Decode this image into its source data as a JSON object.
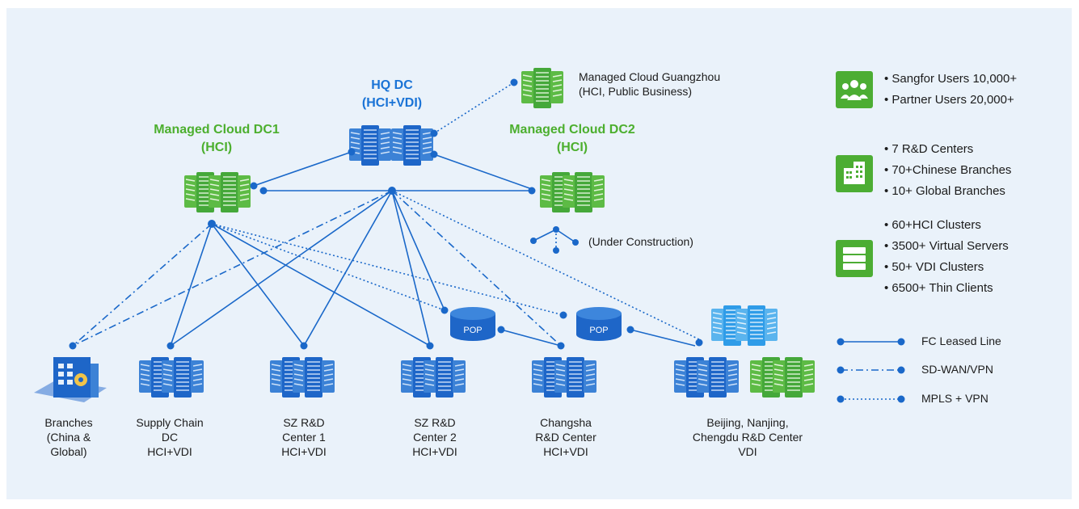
{
  "colors": {
    "panel_bg": "#eaf2fa",
    "line_blue": "#1a68c9",
    "server_blue": "#1e66c8",
    "server_green": "#45a83a",
    "server_light_blue": "#2f9ce8",
    "hq_title": "#1a73d6",
    "managed_title": "#4caf2e",
    "stat_icon_green": "#4cad33"
  },
  "nodes": {
    "hq": {
      "title": "HQ DC",
      "subtitle": "(HCI+VDI)"
    },
    "mc1": {
      "title": "Managed Cloud DC1",
      "subtitle": "(HCI)"
    },
    "mc2": {
      "title": "Managed Cloud DC2",
      "subtitle": "(HCI)"
    },
    "guangzhou": {
      "line1": "Managed Cloud Guangzhou",
      "line2": "(HCI, Public Business)"
    },
    "under_construction": "(Under Construction)",
    "pop1": "POP",
    "pop2": "POP",
    "branches": {
      "line1": "Branches",
      "line2": "(China &",
      "line3": "Global)"
    },
    "supply_chain": {
      "line1": "Supply Chain",
      "line2": "DC",
      "line3": "HCI+VDI"
    },
    "sz1": {
      "line1": "SZ R&D",
      "line2": "Center 1",
      "line3": "HCI+VDI"
    },
    "sz2": {
      "line1": "SZ R&D",
      "line2": "Center 2",
      "line3": "HCI+VDI"
    },
    "changsha": {
      "line1": "Changsha",
      "line2": "R&D Center",
      "line3": "HCI+VDI"
    },
    "beijing": {
      "line1": "Beijing, Nanjing,",
      "line2": "Chengdu R&D Center",
      "line3": "VDI"
    }
  },
  "stats": [
    {
      "icon": "users-icon",
      "items": [
        "• Sangfor Users 10,000+",
        "• Partner Users 20,000+"
      ]
    },
    {
      "icon": "buildings-icon",
      "items": [
        "• 7 R&D Centers",
        "• 70+Chinese Branches",
        "• 10+ Global Branches"
      ]
    },
    {
      "icon": "server-stack-icon",
      "items": [
        "• 60+HCI Clusters",
        "• 3500+ Virtual Servers",
        "• 50+ VDI Clusters",
        "• 6500+ Thin Clients"
      ]
    }
  ],
  "legend": [
    {
      "label": "FC Leased Line",
      "style": "solid"
    },
    {
      "label": "SD-WAN/VPN",
      "style": "dashdot"
    },
    {
      "label": "MPLS + VPN",
      "style": "dotted"
    }
  ]
}
